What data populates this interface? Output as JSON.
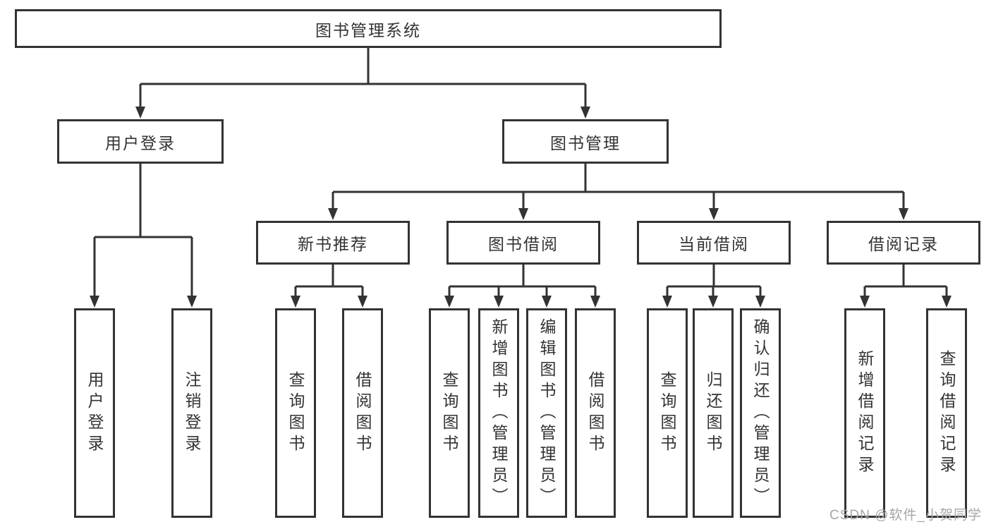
{
  "diagram": {
    "nodes": {
      "root": "图书管理系统",
      "user_login": "用户登录",
      "book_mgmt": "图书管理",
      "new_books": "新书推荐",
      "book_borrow": "图书借阅",
      "current_borrow": "当前借阅",
      "borrow_records": "借阅记录",
      "leaf_user_login": "用户登录",
      "leaf_logout": "注销登录",
      "leaf_nb_query": "查询图书",
      "leaf_nb_borrow": "借阅图书",
      "leaf_bb_query": "查询图书",
      "leaf_bb_add": "新增图书（管理员）",
      "leaf_bb_edit": "编辑图书（管理员）",
      "leaf_bb_borrow": "借阅图书",
      "leaf_cb_query": "查询图书",
      "leaf_cb_return": "归还图书",
      "leaf_cb_confirm": "确认归还（管理员）",
      "leaf_br_add": "新增借阅记录",
      "leaf_br_query": "查询借阅记录"
    },
    "watermark": "CSDN @软件_小贺同学",
    "colors": {
      "line": "#333333",
      "border": "#333333",
      "text": "#333333",
      "watermark": "#a6a6a6",
      "background": "#ffffff"
    }
  }
}
